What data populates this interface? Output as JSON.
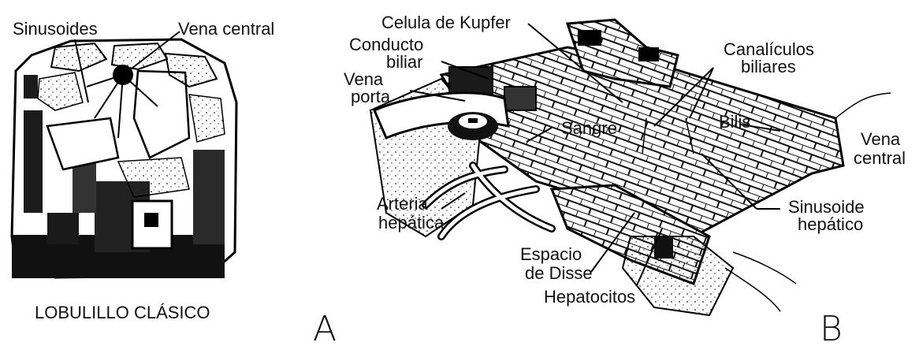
{
  "panel_a": {
    "label_sinusoides": "Sinusoides",
    "label_vena_central": "Vena central",
    "caption": "LOBULILLO CLÁSICO",
    "panel_letter": "A"
  },
  "panel_b": {
    "label_kupfer": "Celula de Kupfer",
    "label_conducto_1": "Conducto",
    "label_conducto_2": "biliar",
    "label_vena_porta_1": "Vena",
    "label_vena_porta_2": "porta",
    "label_canaliculos_1": "Canalículos",
    "label_canaliculos_2": "biliares",
    "label_sangre": "Sangre",
    "label_bilis": "Bilis",
    "label_vena_central_1": "Vena",
    "label_vena_central_2": "central",
    "label_arteria_1": "Arteria",
    "label_arteria_2": "hepática",
    "label_sinusoide_1": "Sinusoide",
    "label_sinusoide_2": "hepático",
    "label_espacio_1": "Espacio",
    "label_espacio_2": "de Disse",
    "label_hepatocitos": "Hepatocitos",
    "panel_letter": "B"
  }
}
